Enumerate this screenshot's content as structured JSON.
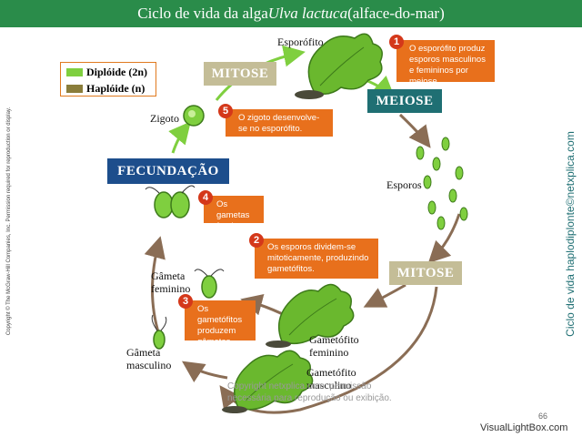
{
  "title": {
    "prefix": "Ciclo de vida da alga ",
    "species": "Ulva lactuca",
    "suffix": " (alface-do-mar)"
  },
  "legend": {
    "diploid": "Diplóide (2n)",
    "haploid": "Haplóide (n)",
    "diploid_color": "#7fcf3f",
    "haploid_color": "#8a7d3a"
  },
  "stages": {
    "mitose_top": "MITOSE",
    "meiose": "MEIOSE",
    "fecundacao": "FECUNDAÇÃO",
    "mitose_right": "MITOSE"
  },
  "labels": {
    "esporofito": "Esporófito",
    "zigoto": "Zigoto",
    "esporos": "Esporos",
    "gameta_feminino_1": "Gâmeta",
    "gameta_feminino_2": "feminino",
    "gameta_masculino_1": "Gâmeta",
    "gameta_masculino_2": "masculino",
    "gametofito_feminino_1": "Gametófito",
    "gametofito_feminino_2": "feminino",
    "gametofito_masculino_1": "Gametófito",
    "gametofito_masculino_2": "masculino"
  },
  "notes": [
    {
      "num": "1",
      "text": "O esporófito produz esporos masculinos e femininos por meiose."
    },
    {
      "num": "2",
      "text": "Os esporos dividem-se mitoticamente, produzindo gametófitos."
    },
    {
      "num": "3",
      "text": "Os gametófitos produzem gâmetas."
    },
    {
      "num": "4",
      "text": "Os gametas fundem-se."
    },
    {
      "num": "5",
      "text": "O zigoto desenvolve-se no esporófito."
    }
  ],
  "side_left": "Copyright © The McGraw-Hill Companies, Inc. Permission required for reproduction or display.",
  "side_right": "Ciclo de vida haplodiplonte©netxplica.com",
  "watermark_1": "Copyright netxplica.com: permissão",
  "watermark_2": "necessária para reprodução ou exibição.",
  "page_number": "66",
  "footer_brand": "VisualLightBox.com",
  "colors": {
    "title_bar": "#2a8c4a",
    "note": "#e8701c",
    "arrow_brown": "#8a6d55",
    "arrow_green": "#7fcf3f"
  }
}
